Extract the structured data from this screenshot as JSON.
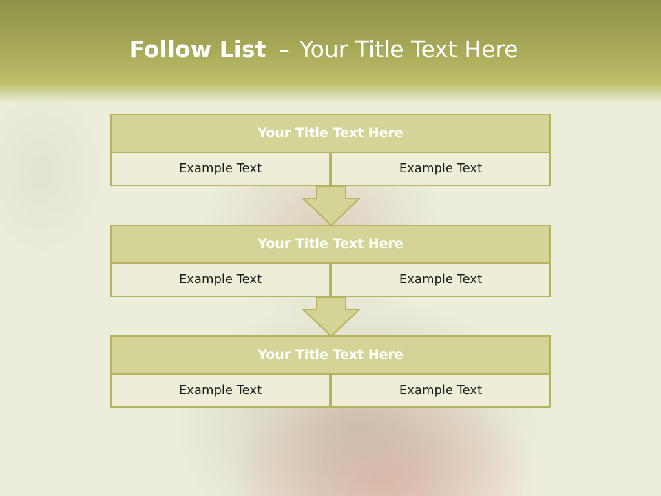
{
  "slide": {
    "title_bold": "Follow List",
    "title_separator": "–",
    "title_rest": "Your Title Text Here"
  },
  "steps": [
    {
      "title": "Your Title Text Here",
      "left": "Example Text",
      "right": "Example Text"
    },
    {
      "title": "Your Title Text Here",
      "left": "Example Text",
      "right": "Example Text"
    },
    {
      "title": "Your Title Text Here",
      "left": "Example Text",
      "right": "Example Text"
    }
  ],
  "colors": {
    "title_band": "#a6a857",
    "box_title_fill": "#d3d495",
    "box_cell_fill": "#ededd8",
    "box_border": "#b3b45d",
    "arrow_fill": "#d3d495"
  }
}
